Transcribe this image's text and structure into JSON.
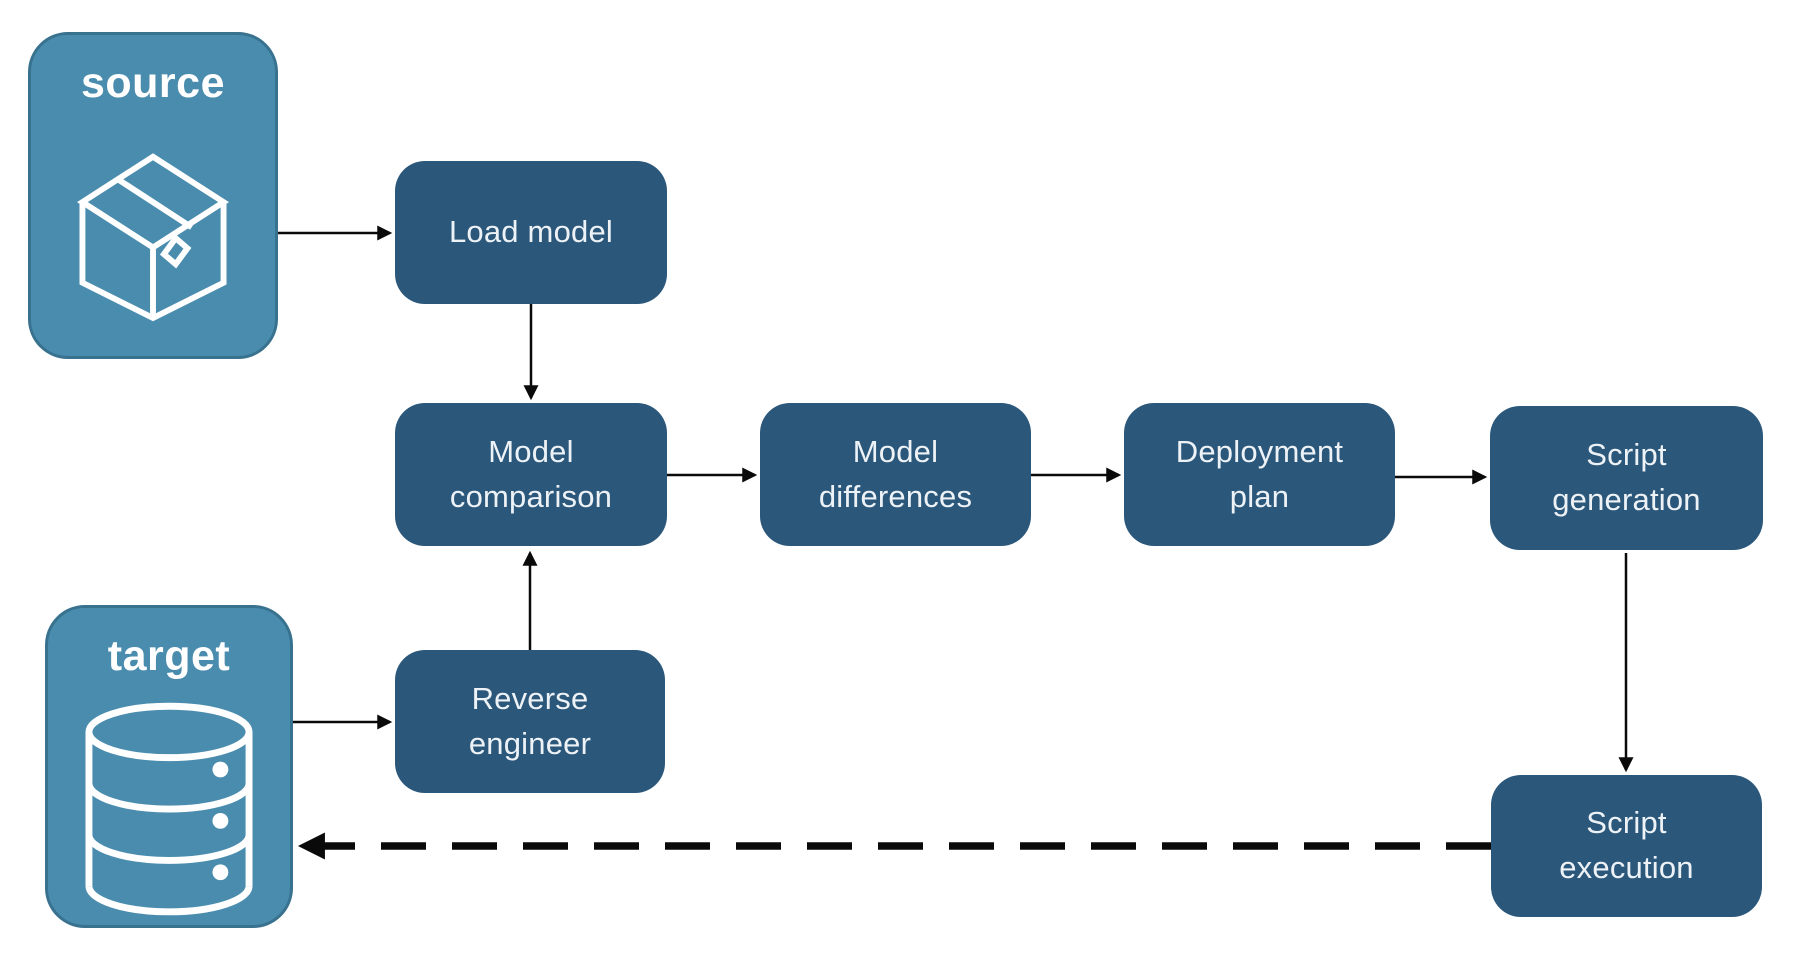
{
  "colors": {
    "background": "#FFFFFF",
    "container-fill": "#4A8CAE",
    "container-border": "#38728F",
    "node-fill": "#2B577B",
    "node-text": "#EDF2F6",
    "label-text": "#FFFFFF",
    "arrow": "#0A0A0A"
  },
  "diagram": {
    "containers": {
      "source": {
        "label": "source",
        "icon": "package-icon"
      },
      "target": {
        "label": "target",
        "icon": "database-icon"
      }
    },
    "nodes": {
      "load_model": {
        "label": "Load model"
      },
      "model_comparison": {
        "label": "Model\ncomparison"
      },
      "model_differences": {
        "label": "Model\ndifferences"
      },
      "deployment_plan": {
        "label": "Deployment\nplan"
      },
      "script_generation": {
        "label": "Script\ngeneration"
      },
      "reverse_engineer": {
        "label": "Reverse\nengineer"
      },
      "script_execution": {
        "label": "Script\nexecution"
      }
    },
    "edges": [
      {
        "from": "source",
        "to": "load_model",
        "style": "solid"
      },
      {
        "from": "load_model",
        "to": "model_comparison",
        "style": "solid"
      },
      {
        "from": "model_comparison",
        "to": "model_differences",
        "style": "solid"
      },
      {
        "from": "model_differences",
        "to": "deployment_plan",
        "style": "solid"
      },
      {
        "from": "deployment_plan",
        "to": "script_generation",
        "style": "solid"
      },
      {
        "from": "script_generation",
        "to": "script_execution",
        "style": "solid"
      },
      {
        "from": "target",
        "to": "reverse_engineer",
        "style": "solid"
      },
      {
        "from": "reverse_engineer",
        "to": "model_comparison",
        "style": "solid"
      },
      {
        "from": "script_execution",
        "to": "target",
        "style": "dashed"
      }
    ]
  }
}
